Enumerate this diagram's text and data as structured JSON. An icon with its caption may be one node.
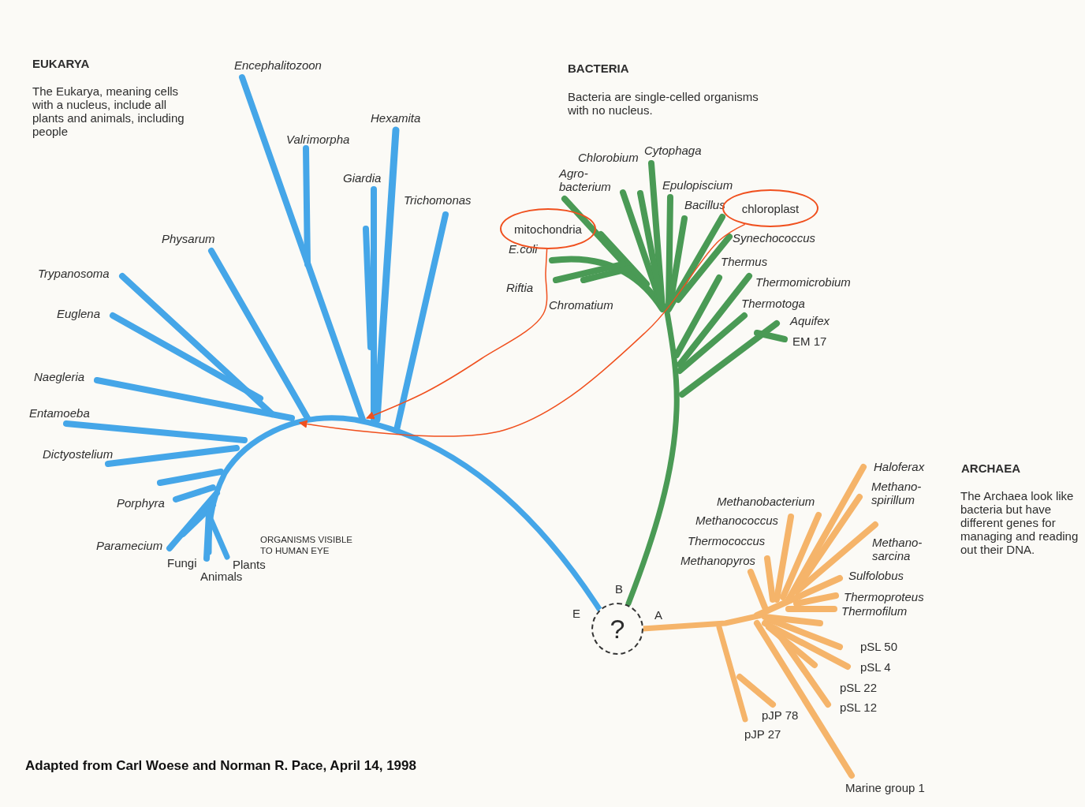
{
  "diagram": {
    "caption": "Adapted from Carl Woese and Norman R. Pace, April 14, 1998",
    "nodes": [
      {
        "text": [
          "mitochondria"
        ]
      },
      {
        "text": [
          "chloroplast"
        ]
      },
      {
        "text": [
          "?"
        ],
        "beside": [
          "E",
          "B",
          "A"
        ]
      }
    ],
    "edges": [
      {
        "from": 0,
        "to": null,
        "arrow": "to"
      },
      {
        "from": 1,
        "to": null,
        "arrow": "to"
      }
    ],
    "labels": [
      "EUKARYA",
      "The Eukarya, meaning cells with a nucleus, include all plants and animals, including people",
      "Encephalitozoon",
      "Hexamita",
      "Valrimorpha",
      "Giardia",
      "Trichomonas",
      "Physarum",
      "Trypanosoma",
      "Euglena",
      "Naegleria",
      "Entamoeba",
      "Dictyostelium",
      "Porphyra",
      "Paramecium",
      "Fungi",
      "Plants",
      "Animals",
      "ORGANISMS VISIBLE TO HUMAN EYE",
      "BACTERIA",
      "Bacteria are single-celled organisms with no nucleus.",
      "Chlorobium",
      "Cytophaga",
      "Agro- bacterium",
      "Epulopiscium",
      "Bacillus",
      "Synechococcus",
      "E.coli",
      "Thermus",
      "Riftia",
      "Thermomicrobium",
      "Chromatium",
      "Thermotoga",
      "Aquifex",
      "EM 17",
      "ARCHAEA",
      "The Archaea look like bacteria but have different genes for managing and reading out their DNA.",
      "Haloferax",
      "Methano- spirillum",
      "Methanobacterium",
      "Methanococcus",
      "Methano- sarcina",
      "Thermococcus",
      "Methanopyros",
      "Sulfolobus",
      "Thermoproteus",
      "Thermofilum",
      "pSL 50",
      "pSL 4",
      "pSL 22",
      "pSL 12",
      "pJP 78",
      "pJP 27",
      "Marine group 1"
    ]
  }
}
